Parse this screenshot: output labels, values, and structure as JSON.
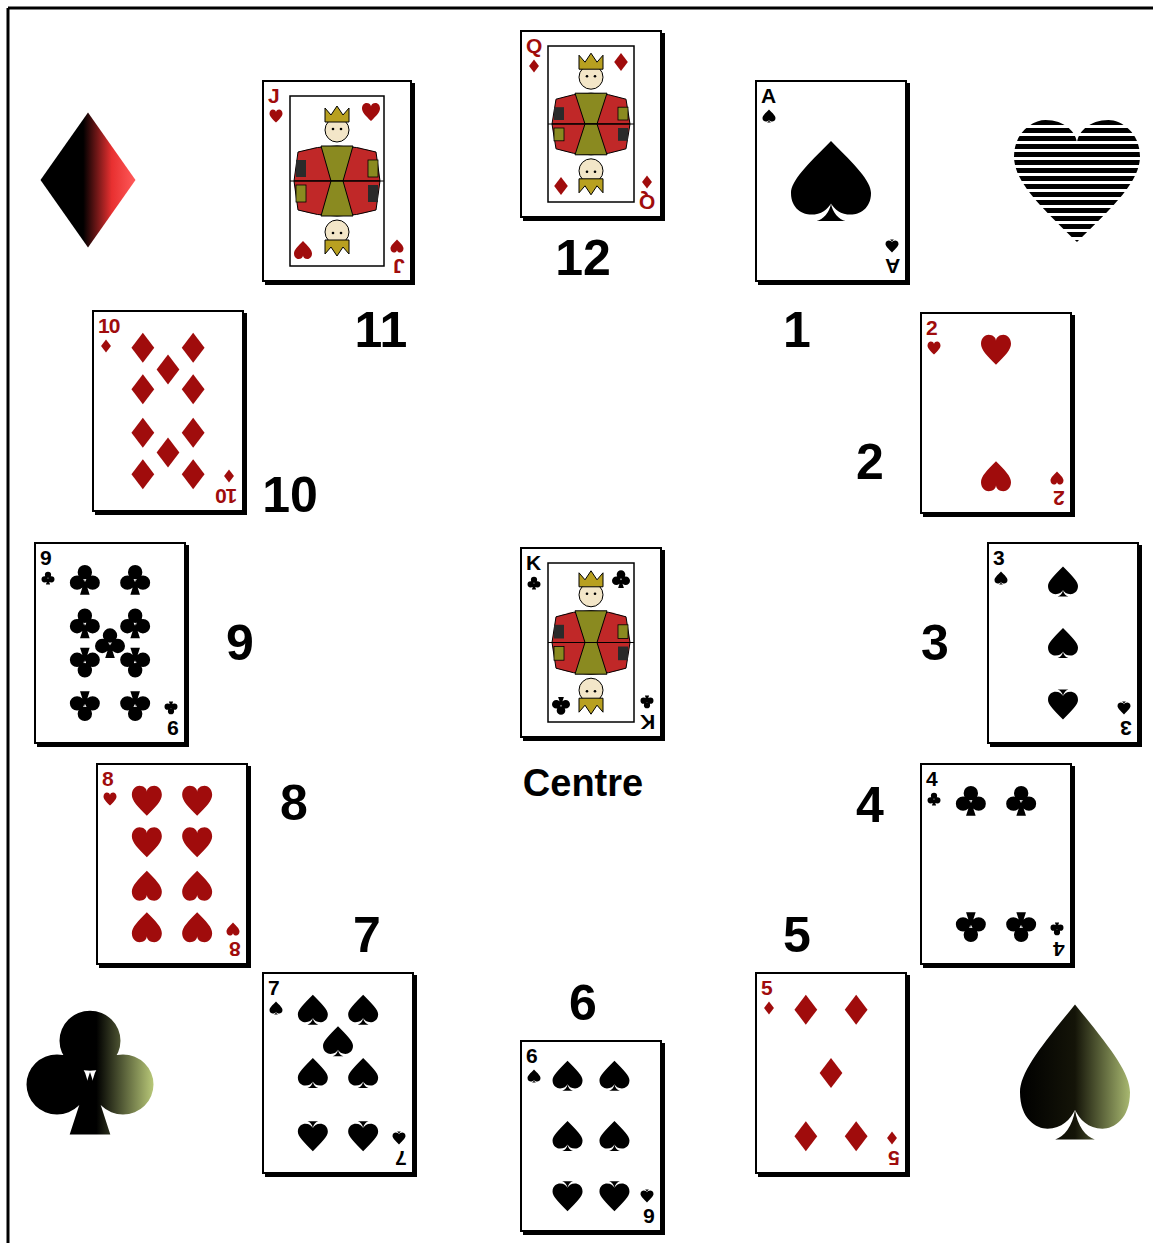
{
  "diagram": {
    "nodes": [
      {
        "text": [
          "J",
          "J"
        ]
      },
      {
        "text": [
          "Q",
          "Q"
        ]
      },
      {
        "text": [
          "A",
          "A"
        ]
      },
      {
        "text": [
          "10",
          "10"
        ]
      },
      {
        "text": [
          "2",
          "2"
        ]
      },
      {
        "text": [
          "9",
          "9"
        ]
      },
      {
        "text": [
          "K",
          "K"
        ]
      },
      {
        "text": [
          "3",
          "3"
        ]
      },
      {
        "text": [
          "8",
          "8"
        ]
      },
      {
        "text": [
          "4",
          "4"
        ]
      },
      {
        "text": [
          "7",
          "7"
        ]
      },
      {
        "text": [
          "5",
          "5"
        ]
      },
      {
        "text": [
          "6",
          "6"
        ]
      }
    ],
    "labels": [
      "12",
      "11",
      "1",
      "2",
      "10",
      "9",
      "3",
      "Centre",
      "8",
      "4",
      "7",
      "5",
      "6"
    ]
  }
}
